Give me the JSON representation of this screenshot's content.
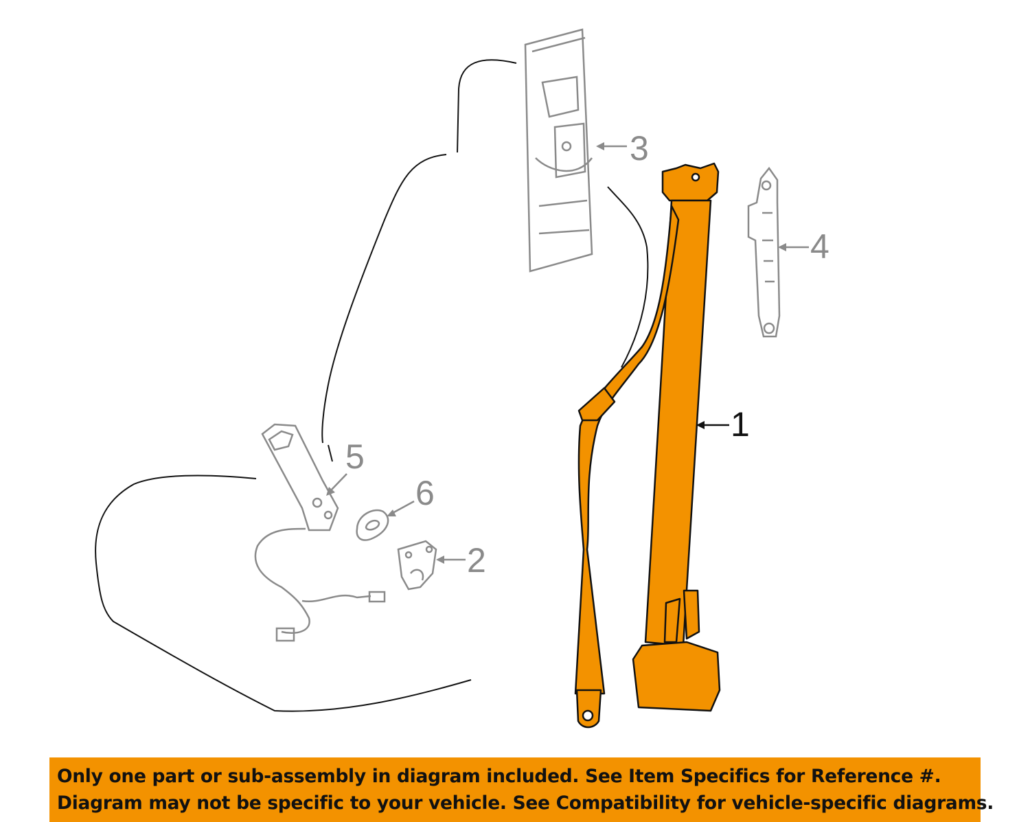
{
  "diagram": {
    "callouts": {
      "c1": "1",
      "c2": "2",
      "c3": "3",
      "c4": "4",
      "c5": "5",
      "c6": "6"
    },
    "colors": {
      "highlight": "#F39200",
      "part_outline": "#8a8a8a",
      "seat_outline": "#111111"
    }
  },
  "banner": {
    "line1": "Only one part or sub-assembly in diagram included. See Item Specifics for Reference #.",
    "line2": "Diagram may not be specific to your vehicle. See Compatibility for vehicle-specific diagrams."
  }
}
